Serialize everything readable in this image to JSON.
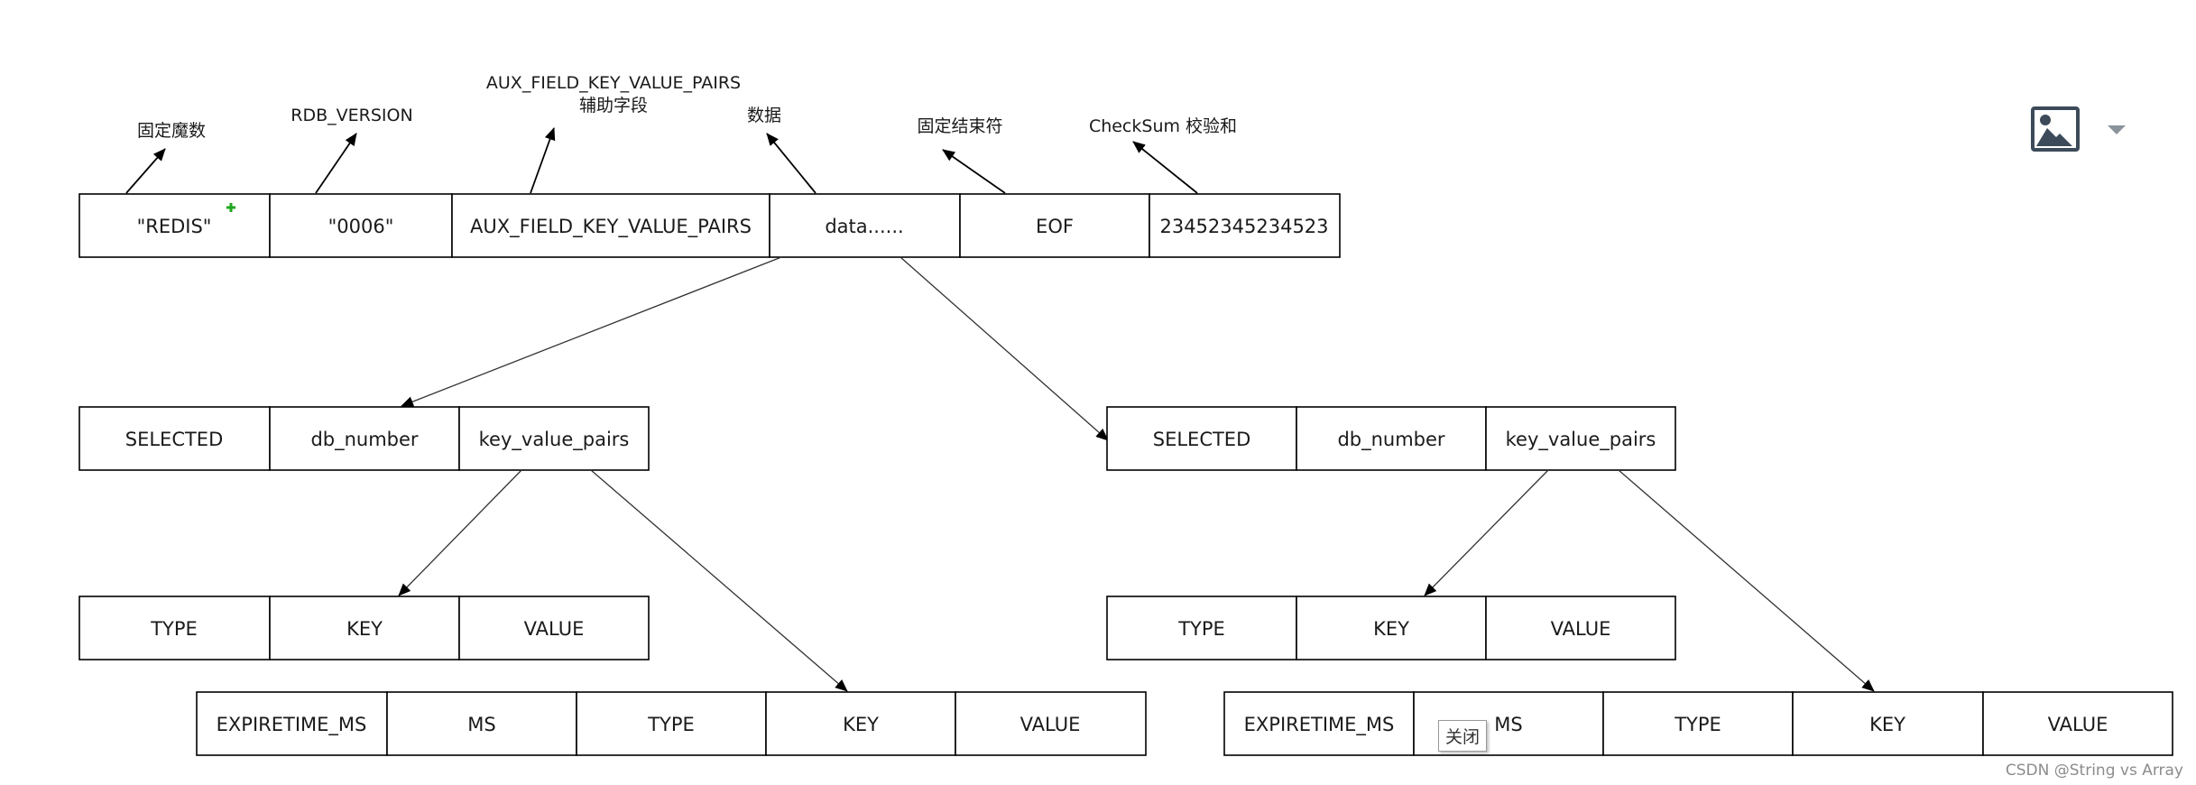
{
  "header_row": {
    "cells": [
      "\"REDIS\"",
      "\"0006\"",
      "AUX_FIELD_KEY_VALUE_PAIRS",
      "data......",
      "EOF",
      "23452345234523"
    ]
  },
  "annotations": {
    "magic": "固定魔数",
    "version": "RDB_VERSION",
    "aux_line1": "AUX_FIELD_KEY_VALUE_PAIRS",
    "aux_line2": "辅助字段",
    "data": "数据",
    "eof": "固定结束符",
    "checksum": "CheckSum 校验和"
  },
  "db_left": {
    "cells": [
      "SELECTED",
      "db_number",
      "key_value_pairs"
    ],
    "kv": [
      "TYPE",
      "KEY",
      "VALUE"
    ],
    "expire": [
      "EXPIRETIME_MS",
      "MS",
      "TYPE",
      "KEY",
      "VALUE"
    ]
  },
  "db_right": {
    "cells": [
      "SELECTED",
      "db_number",
      "key_value_pairs"
    ],
    "kv": [
      "TYPE",
      "KEY",
      "VALUE"
    ],
    "expire": [
      "EXPIRETIME_MS",
      "MS",
      "TYPE",
      "KEY",
      "VALUE"
    ]
  },
  "toolbar": {
    "image_icon": "image-icon",
    "dropdown_icon": "chevron-down-icon",
    "tooltip": "关闭"
  },
  "watermark": "CSDN @String vs Array"
}
